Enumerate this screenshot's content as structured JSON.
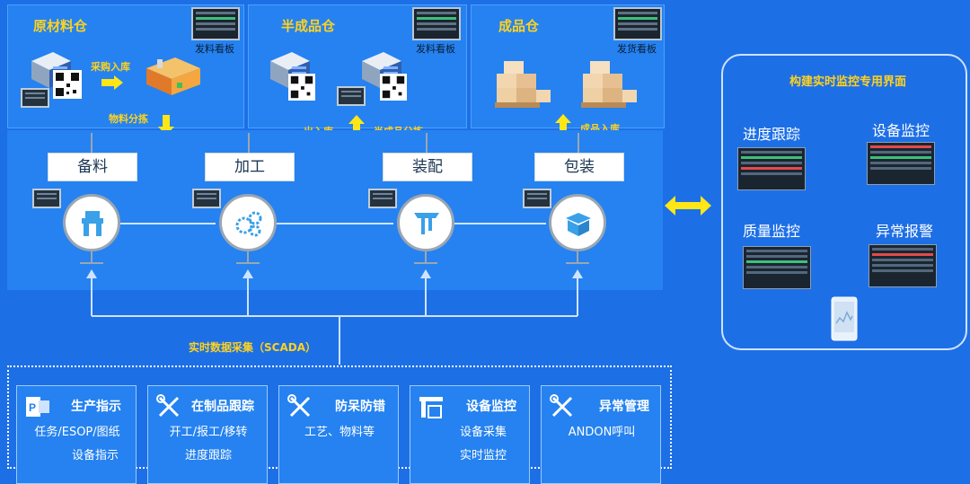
{
  "warehouses": [
    {
      "title": "原材料仓",
      "board_label": "发料看板"
    },
    {
      "title": "半成品仓",
      "board_label": "发料看板"
    },
    {
      "title": "成品仓",
      "board_label": "发货看板"
    }
  ],
  "flow_labels": {
    "purchase_in": "采购入库",
    "material_sort": "物料分拣",
    "in_out": "出入库",
    "semi_sort": "半成品分拣",
    "finished_in": "成品入库",
    "scada": "实时数据采集（SCADA）"
  },
  "steps": [
    "备料",
    "加工",
    "装配",
    "包装"
  ],
  "monitor_panel": {
    "title": "构建实时监控专用界面",
    "items": [
      "进度跟踪",
      "设备监控",
      "质量监控",
      "异常报警"
    ]
  },
  "cards": [
    {
      "title": "生产指示",
      "lines": [
        "任务/ESOP/图纸",
        "设备指示"
      ],
      "icon": "project-icon"
    },
    {
      "title": "在制品跟踪",
      "lines": [
        "开工/报工/移转",
        "进度跟踪"
      ],
      "icon": "tools-icon"
    },
    {
      "title": "防呆防错",
      "lines": [
        "工艺、物料等"
      ],
      "icon": "tools-icon"
    },
    {
      "title": "设备监控",
      "lines": [
        "设备采集",
        "实时监控"
      ],
      "icon": "machine-icon"
    },
    {
      "title": "异常管理",
      "lines": [
        "ANDON呼叫"
      ],
      "icon": "tools-icon"
    }
  ],
  "colors": {
    "background": "#1d6fe6",
    "panel": "#2582f0",
    "accent": "#ffd21e",
    "arrow": "#ffe617"
  }
}
